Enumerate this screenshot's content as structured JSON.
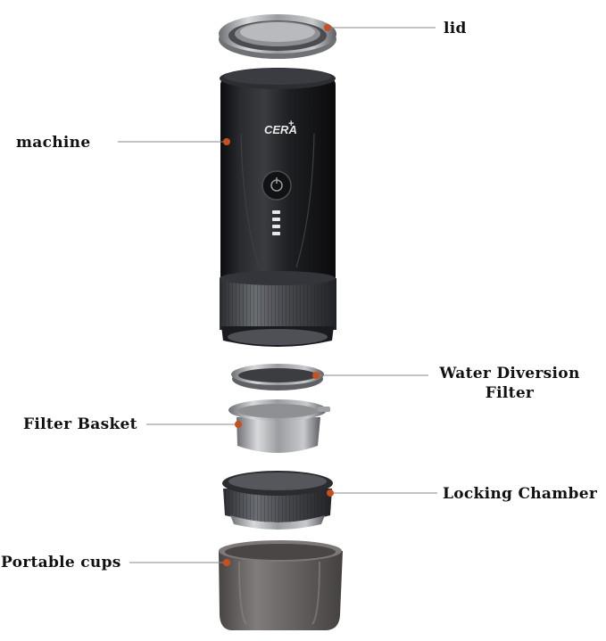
{
  "brand": "CERA",
  "brand_mark": "+",
  "colors": {
    "marker": "#c8501e",
    "leader": "#8a8a8a",
    "body_dark": "#1e1f22",
    "metal": "#a9abae",
    "knurl": "#3d3f44",
    "cup": "#5e5a59"
  },
  "labels": {
    "lid": "lid",
    "machine": "machine",
    "water_diversion_line1": "Water Diversion",
    "water_diversion_line2": "Filter",
    "filter_basket": "Filter Basket",
    "locking_chamber": "Locking Chamber",
    "portable_cups": "Portable cups"
  },
  "icons": [
    "power-icon"
  ]
}
